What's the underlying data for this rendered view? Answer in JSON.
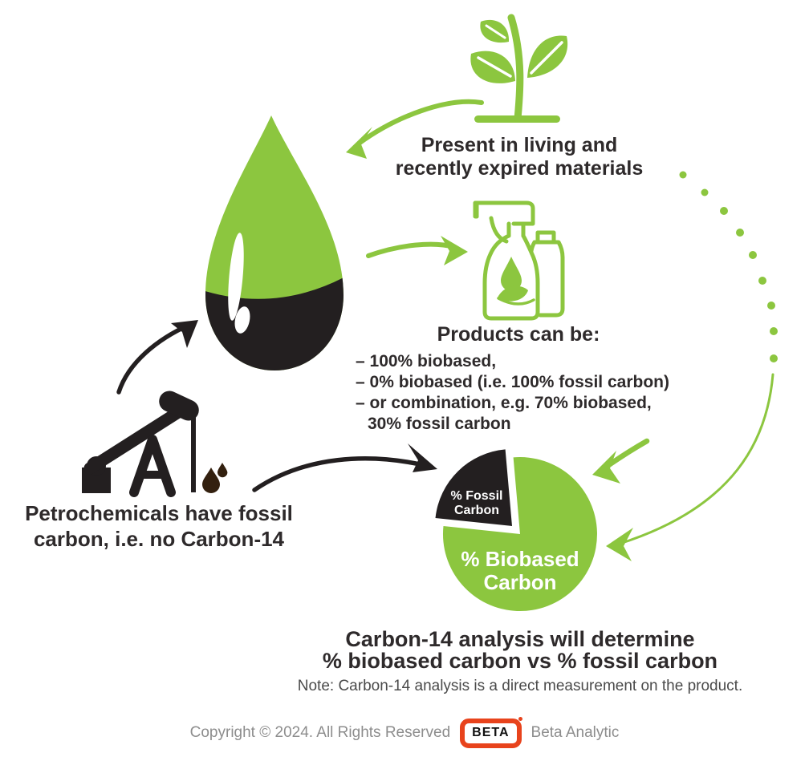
{
  "title": "Carbon-14 biobased vs fossil carbon infographic",
  "palette": {
    "green": "#8CC63F",
    "icon_black": "#231F20",
    "text_dark": "#2E2A2B",
    "note_gray": "#4A4A4A",
    "footer_gray": "#8D8D8D",
    "logo_red": "#E8431C",
    "oil_brown": "#33200F",
    "white": "#FFFFFF"
  },
  "icons": {
    "plant": "seedling-plant-icon",
    "droplet": "biobased-fossil-droplet-icon",
    "products": "spray-bottle-products-icon",
    "pumpjack": "oil-pumpjack-icon",
    "oil_drops": "oil-drops-icon",
    "dotted_flow": "dotted-arc-flow",
    "logo": "beta-analytic-logo"
  },
  "biomass": {
    "label": "Present in living and\nrecently expired materials"
  },
  "products": {
    "heading": "Products can be:",
    "items": [
      "– 100% biobased,",
      "– 0% biobased (i.e. 100% fossil carbon)",
      "– or combination, e.g. 70% biobased,\n30% fossil carbon"
    ]
  },
  "petrochemicals": {
    "label": "Petrochemicals have fossil\ncarbon, i.e. no Carbon-14"
  },
  "pie": {
    "type": "pie",
    "slices": [
      {
        "label": "% Biobased Carbon",
        "color": "#8CC63F",
        "approx_fraction": 0.78
      },
      {
        "label": "% Fossil Carbon",
        "color": "#231F20",
        "approx_fraction": 0.22
      }
    ],
    "fossil_label": "% Fossil\nCarbon",
    "biobased_label": "% Biobased\nCarbon"
  },
  "conclusion": {
    "heading": "Carbon-14 analysis will determine\n% biobased carbon vs % fossil carbon",
    "note": "Note: Carbon-14 analysis is a direct measurement on the product."
  },
  "footer": {
    "copyright": "Copyright © 2024. All Rights Reserved",
    "logo_text": "BETA",
    "brand": "Beta Analytic"
  }
}
